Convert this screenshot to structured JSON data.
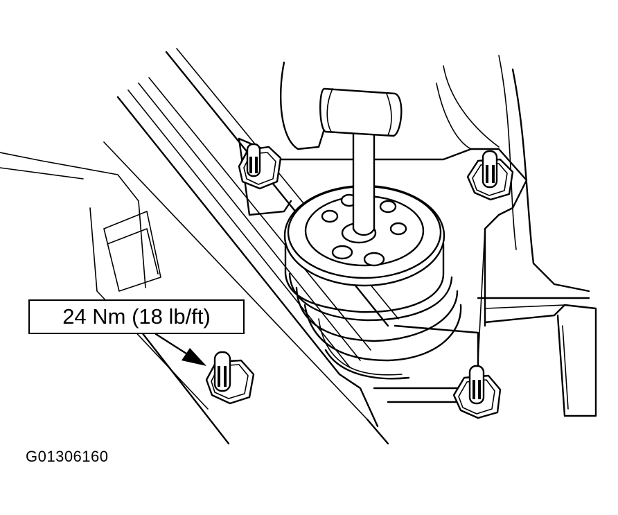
{
  "callout": {
    "torque_label": "24 Nm (18 lb/ft)"
  },
  "figure": {
    "id": "G01306160"
  },
  "parts": {
    "bolts": [
      "bolt-top-left",
      "bolt-top-right",
      "bolt-bottom-right",
      "bolt-callout"
    ]
  },
  "colors": {
    "ink": "#000000",
    "paper": "#ffffff"
  }
}
